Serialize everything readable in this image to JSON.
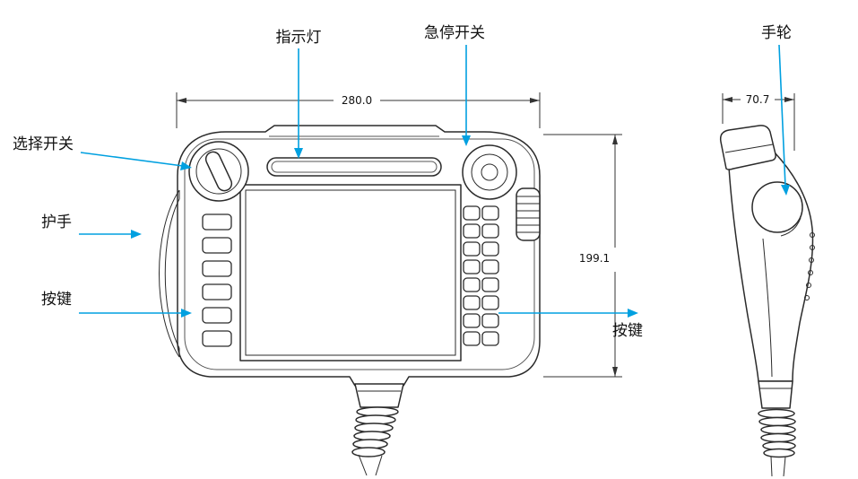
{
  "colors": {
    "annotation": "#00a0e0",
    "line": "#2b2b2b",
    "dim": "#333333"
  },
  "labels": {
    "indicator": "指示灯",
    "estop": "急停开关",
    "handwheel": "手轮",
    "selector": "选择开关",
    "handguard": "护手",
    "keys_left": "按键",
    "keys_right": "按键"
  },
  "dimensions": {
    "front_width": "280.0",
    "front_height": "199.1",
    "side_width": "70.7"
  }
}
